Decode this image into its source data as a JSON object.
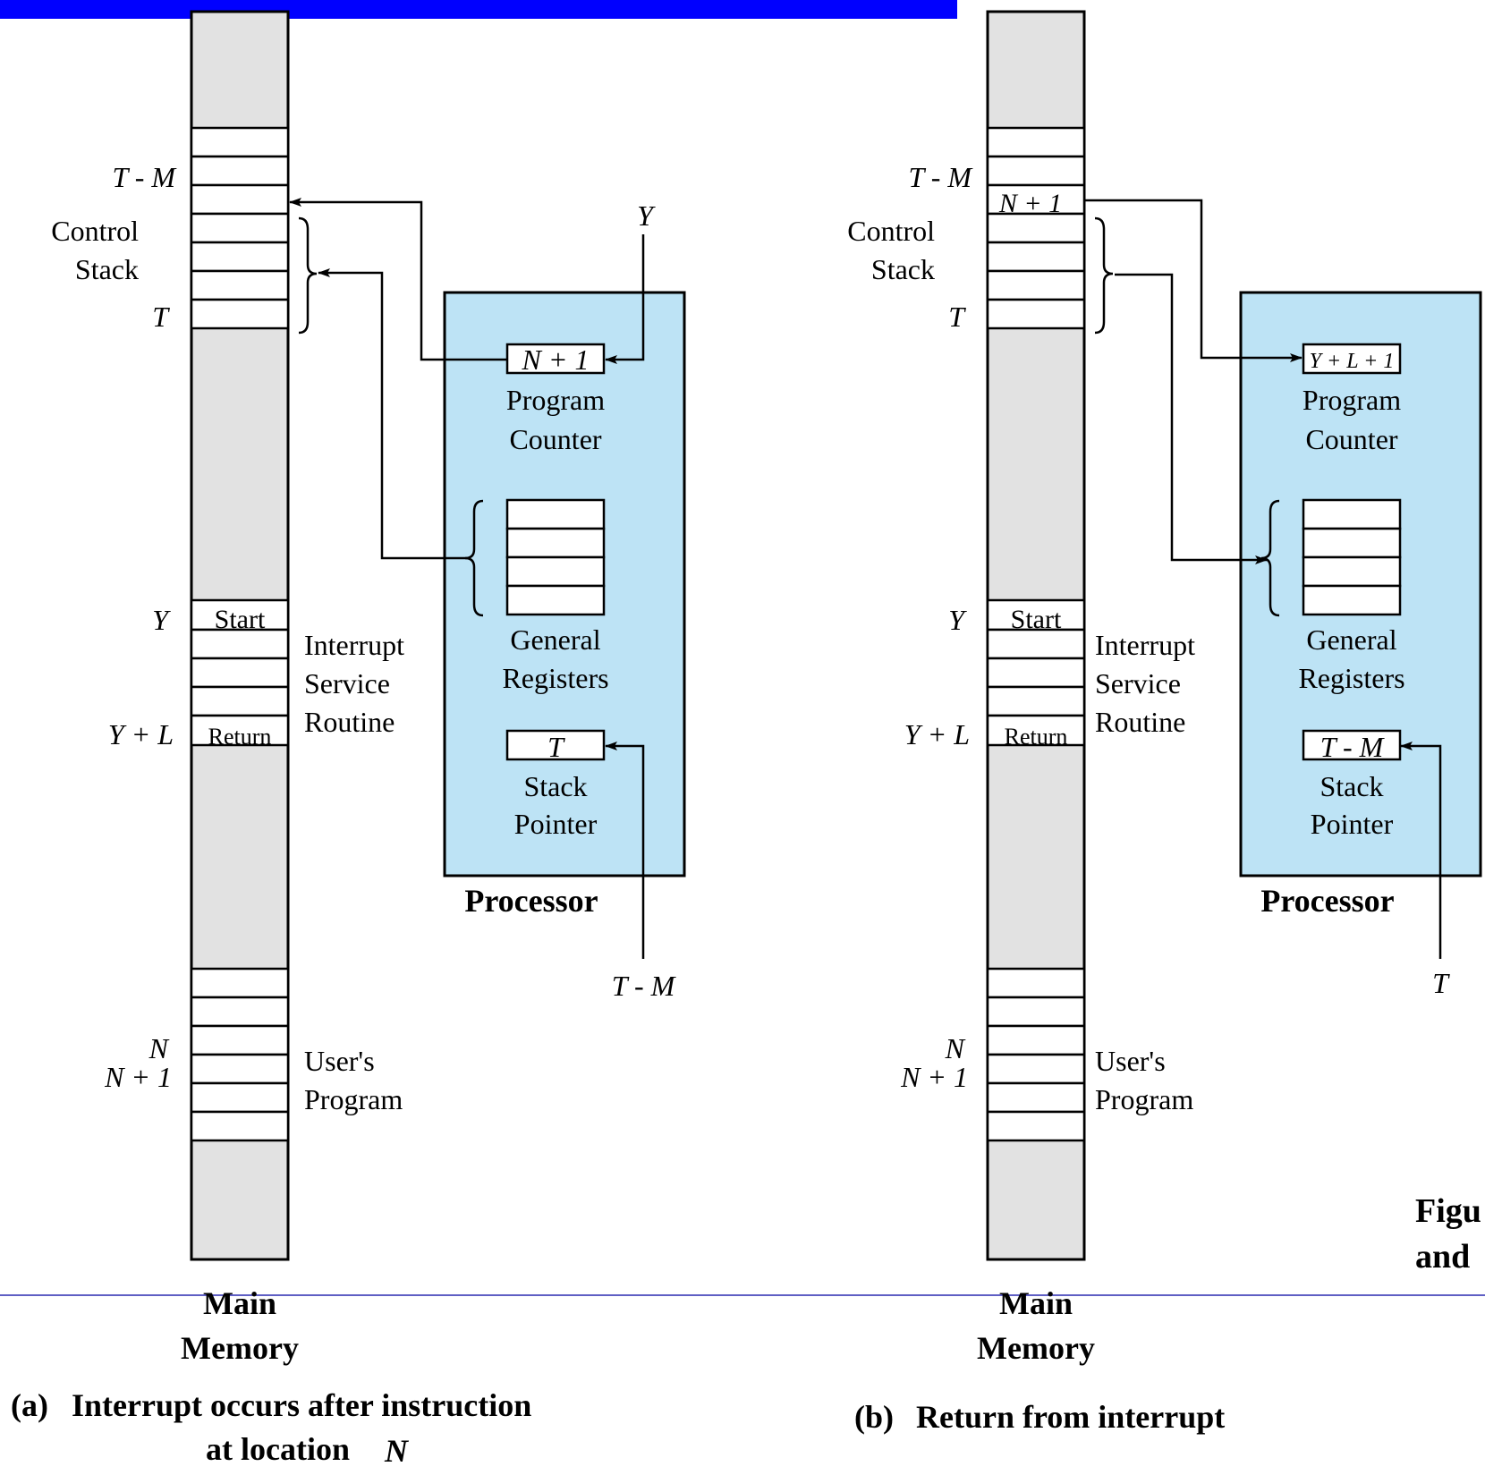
{
  "panel_a": {
    "labels": {
      "t_minus_m": "T - M",
      "t": "T",
      "y": "Y",
      "y_plus_l": "Y + L",
      "n": "N",
      "n_plus_1": "N + 1",
      "y_pointer": "Y",
      "t_minus_m_pointer": "T - M"
    },
    "control_stack": [
      "Control",
      "Stack"
    ],
    "isr": [
      "Interrupt",
      "Service",
      "Routine"
    ],
    "users_program": [
      "User's",
      "Program"
    ],
    "memory_cells": {
      "start": "Start",
      "return": "Return"
    },
    "program_counter": {
      "value": "N + 1",
      "label": [
        "Program",
        "Counter"
      ]
    },
    "general_registers": [
      "General",
      "Registers"
    ],
    "stack_pointer": {
      "value": "T",
      "label": [
        "Stack",
        "Pointer"
      ]
    },
    "processor": "Processor",
    "main_memory": [
      "Main",
      "Memory"
    ],
    "caption_prefix": "(a)",
    "caption": [
      "Interrupt occurs after instruction",
      "at location"
    ],
    "caption_var": "N"
  },
  "panel_b": {
    "labels": {
      "t_minus_m": "T - M",
      "t": "T",
      "y": "Y",
      "y_plus_l": "Y + L",
      "n": "N",
      "n_plus_1": "N + 1",
      "t_pointer": "T"
    },
    "stack_cell": "N + 1",
    "control_stack": [
      "Control",
      "Stack"
    ],
    "isr": [
      "Interrupt",
      "Service",
      "Routine"
    ],
    "users_program": [
      "User's",
      "Program"
    ],
    "memory_cells": {
      "start": "Start",
      "return": "Return"
    },
    "program_counter": {
      "value": "Y + L + 1",
      "label": [
        "Program",
        "Counter"
      ]
    },
    "general_registers": [
      "General",
      "Registers"
    ],
    "stack_pointer": {
      "value": "T - M",
      "label": [
        "Stack",
        "Pointer"
      ]
    },
    "processor": "Processor",
    "main_memory": [
      "Main",
      "Memory"
    ],
    "caption_prefix": "(b)",
    "caption": "Return from interrupt"
  },
  "figure_caption_fragment": [
    "Figu",
    "and"
  ],
  "colors": {
    "banner": "#0000ff",
    "processor_fill": "#bde3f5",
    "memory_fill": "#e2e2e2",
    "rule": "#2a2ab0"
  }
}
